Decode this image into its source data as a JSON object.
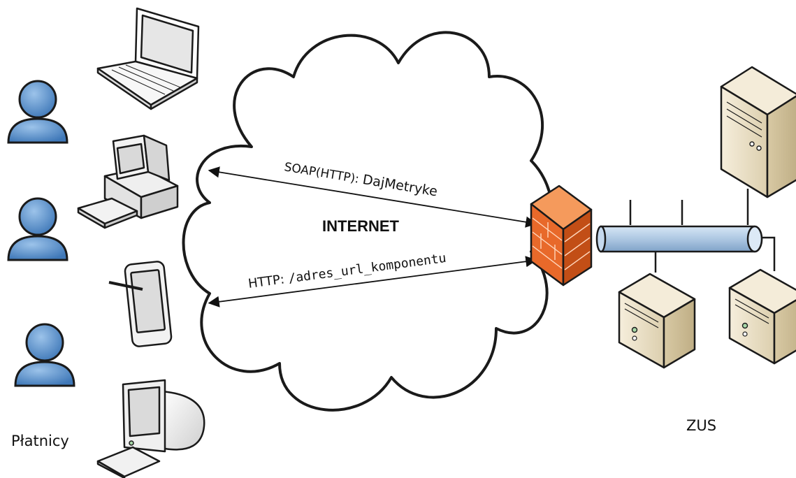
{
  "labels": {
    "payers": "Płatnicy",
    "zus": "ZUS",
    "internet": "INTERNET",
    "soap_prefix": "SOAP(HTTP): ",
    "soap_method": "DajMetryke",
    "http_prefix": "HTTP: ",
    "http_path": "/adres_url_komponentu"
  },
  "icons": {
    "users": [
      "user-icon",
      "user-icon",
      "user-icon"
    ],
    "client_devices": [
      "laptop-icon",
      "desktop-pc-icon",
      "tablet-icon",
      "crt-monitor-pc-icon"
    ],
    "network": [
      "cloud-icon",
      "firewall-icon",
      "network-bus-icon"
    ],
    "servers": [
      "tower-server-icon",
      "tower-server-icon",
      "tower-server-icon"
    ]
  },
  "colors": {
    "user_fill": "#5b8fc8",
    "firewall": "#e8692a",
    "bus": "#a9c4e0",
    "server_body": "#efe3c9",
    "outline": "#1a1a1a"
  }
}
